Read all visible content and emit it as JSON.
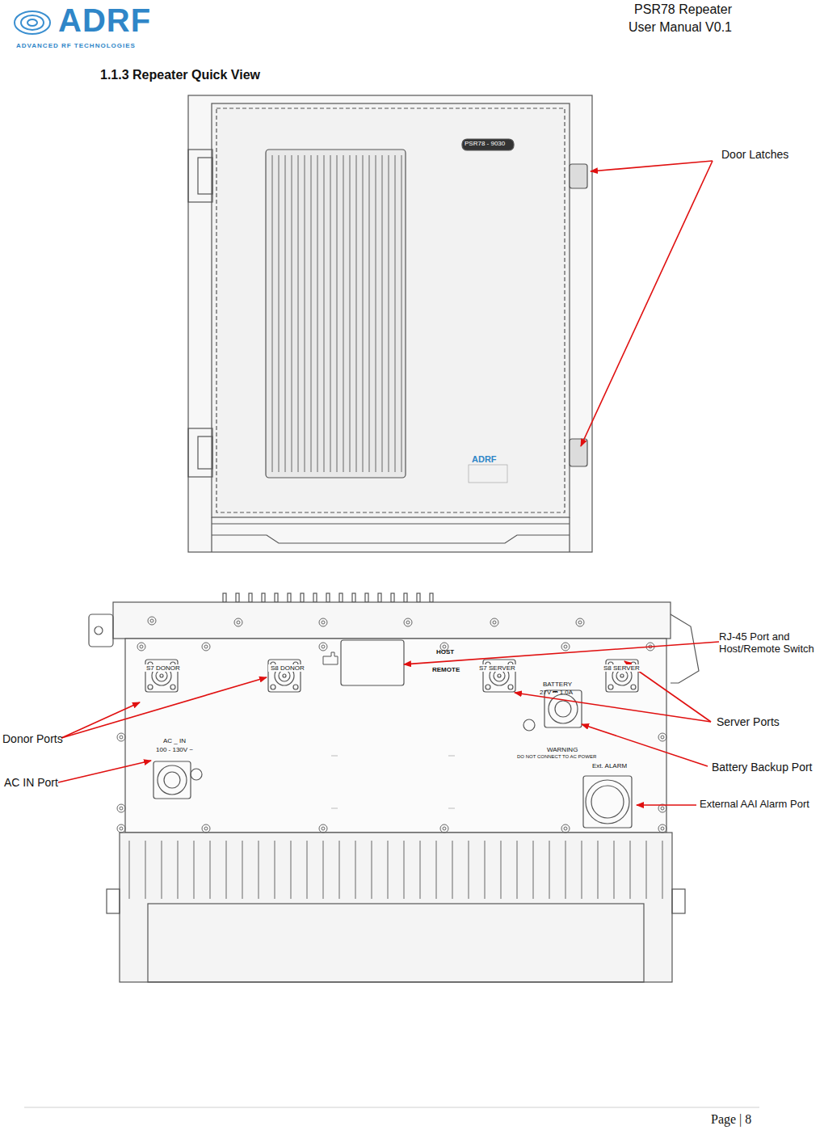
{
  "diagram": {
    "title": "1.1.3 Repeater Quick View",
    "labels": [
      "PSR78 Repeater",
      "User Manual V0.1",
      "ADRF",
      "ADVANCED RF TECHNOLOGIES",
      "PSR78 - 9030",
      "ADRF",
      "Door Latches",
      "RJ-45 Port and Host/Remote Switch",
      "Server Ports",
      "Battery Backup Port",
      "External AAI Alarm Port",
      "Donor Ports",
      "AC IN Port",
      "S7 DONOR",
      "S8 DONOR",
      "HOST",
      "REMOTE",
      "S7 SERVER",
      "BATTERY",
      "27V ⎓ 1.0A",
      "WARNING",
      "DO NOT CONNECT TO AC POWER",
      "S8 SERVER",
      "AC _ IN",
      "100 - 130V ~",
      "Ext. ALARM",
      "Page | 8"
    ]
  }
}
